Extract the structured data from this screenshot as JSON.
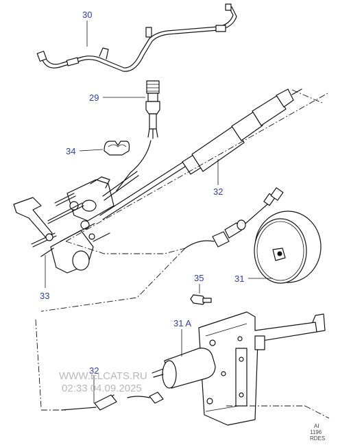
{
  "callouts": {
    "c30": "30",
    "c29": "29",
    "c34": "34",
    "c32a": "32",
    "c31": "31",
    "c35": "35",
    "c33": "33",
    "c31a": "31 A",
    "c32b": "32"
  },
  "watermark": {
    "site": "WWW.ELCATS.RU",
    "timestamp": "02:33 04.09.2025"
  },
  "drawing_code": {
    "line1": "AI",
    "line2": "1196",
    "line3": "RDES"
  }
}
